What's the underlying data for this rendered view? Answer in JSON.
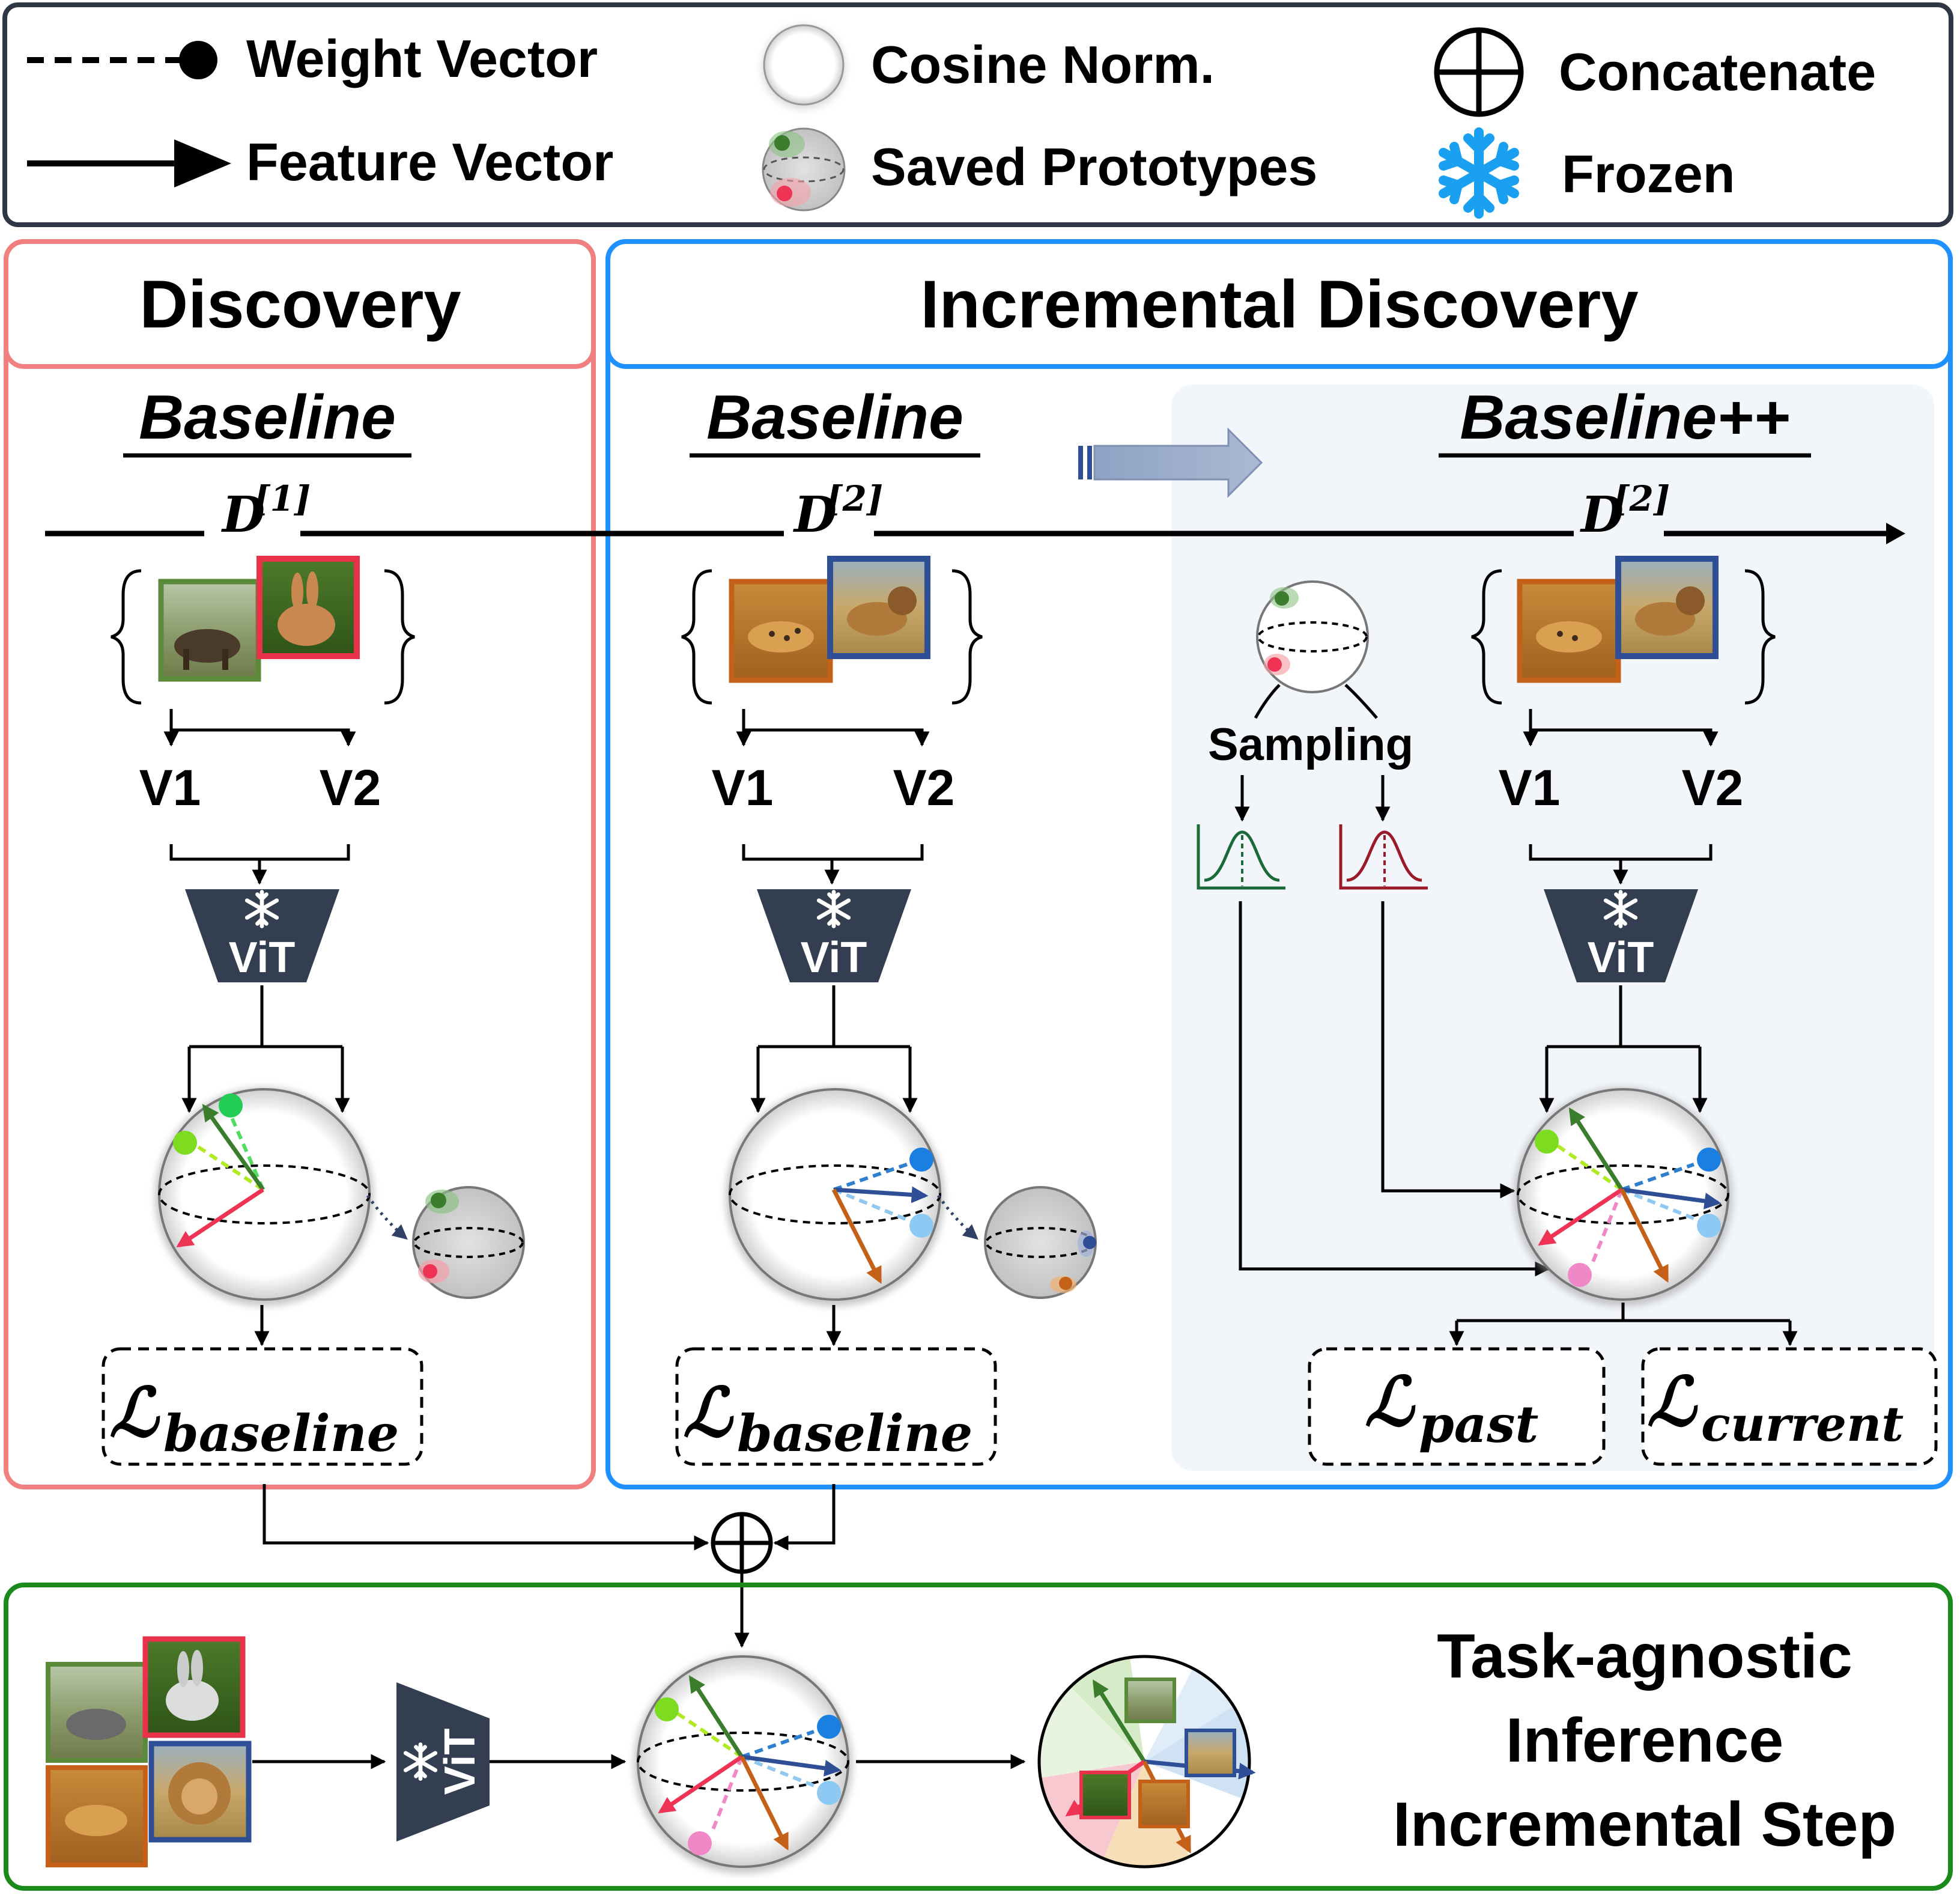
{
  "legend": {
    "weight_vector": "Weight Vector",
    "feature_vector": "Feature Vector",
    "cosine_norm": "Cosine Norm.",
    "saved_prototypes": "Saved Prototypes",
    "concatenate": "Concatenate",
    "frozen": "Frozen"
  },
  "discovery": {
    "header": "Discovery",
    "baseline": "Baseline",
    "dataset": "D",
    "dataset_index": "[1]",
    "view1": "V1",
    "view2": "V2",
    "encoder": "ViT",
    "loss": "ℒ",
    "loss_sub": "baseline",
    "images": [
      "cow",
      "rabbit"
    ]
  },
  "incremental": {
    "header": "Incremental Discovery",
    "baseline": "Baseline",
    "baseline_pp": "Baseline++",
    "dataset": "D",
    "dataset_index": "[2]",
    "view1": "V1",
    "view2": "V2",
    "encoder": "ViT",
    "sampling": "Sampling",
    "loss": "ℒ",
    "loss_sub": "baseline",
    "loss_past_sub": "past",
    "loss_current_sub": "current",
    "images": [
      "cheetah",
      "lion"
    ]
  },
  "inference": {
    "title_line1": "Task-agnostic",
    "title_line2": "Inference",
    "title_line3": "Incremental Step",
    "encoder": "ViT",
    "images": [
      "cow",
      "rabbit",
      "cheetah",
      "lion"
    ]
  },
  "colors": {
    "legend_border": "#2f3645",
    "discovery_border": "#f08080",
    "incremental_border": "#1e90ff",
    "inference_border": "#1a8a1a",
    "baseline_pp_bg": "#f2f5fa",
    "vit_fill": "#333f50",
    "frozen_icon": "#1aa0f0",
    "green_dark": "#3a7d2c",
    "green_light": "#7ddc1f",
    "red": "#ee3355",
    "pink": "#f088c8",
    "blue_dark": "#2e4f96",
    "blue_light": "#5ab0f0",
    "orange": "#c46018"
  }
}
